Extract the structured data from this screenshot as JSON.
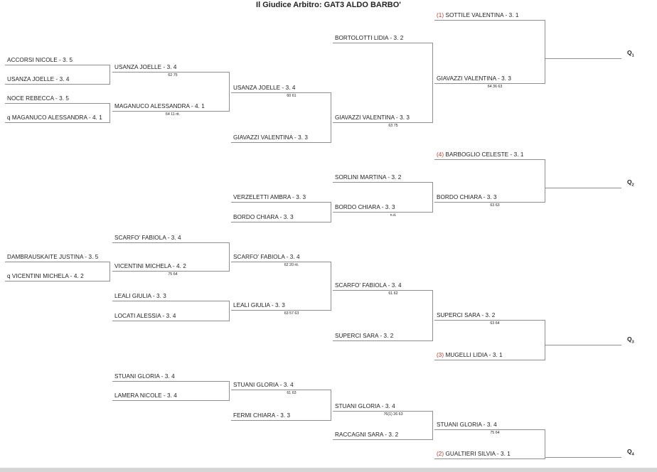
{
  "header": {
    "title": "Il Giudice Arbitro: GAT3 ALDO BARBO'"
  },
  "round1": [
    {
      "name": "ACCORSI NICOLE - 3. 5"
    },
    {
      "name": "USANZA JOELLE - 3. 4"
    },
    {
      "name": "NOCE REBECCA - 3. 5"
    },
    {
      "name": "q MAGANUCO ALESSANDRA - 4. 1"
    },
    {
      "name": "DAMBRAUSKAITE JUSTINA - 3. 5"
    },
    {
      "name": "q VICENTINI MICHELA - 4. 2"
    }
  ],
  "round2": [
    {
      "name": "USANZA JOELLE - 3. 4",
      "score": "62 75"
    },
    {
      "name": "MAGANUCO ALESSANDRA - 4. 1",
      "score": "64 11 rit."
    },
    {
      "name": "SCARFO' FABIOLA - 3. 4"
    },
    {
      "name": "VICENTINI MICHELA - 4. 2",
      "score": "75 64"
    },
    {
      "name": "LEALI GIULIA - 3. 3"
    },
    {
      "name": "LOCATI ALESSIA - 3. 4"
    },
    {
      "name": "STUANI GLORIA - 3. 4"
    },
    {
      "name": "LAMERA NICOLE - 3. 4"
    }
  ],
  "round3": [
    {
      "name": "USANZA JOELLE - 3. 4",
      "score": "60 61"
    },
    {
      "name": "GIAVAZZI VALENTINA - 3. 3"
    },
    {
      "name": "VERZELETTI AMBRA - 3. 3"
    },
    {
      "name": "BORDO CHIARA - 3. 3"
    },
    {
      "name": "SCARFO' FABIOLA - 3. 4",
      "score": "62 20 rit."
    },
    {
      "name": "LEALI GIULIA - 3. 3",
      "score": "63 57 63"
    },
    {
      "name": "STUANI GLORIA - 3. 4",
      "score": "61 63"
    },
    {
      "name": "FERMI CHIARA - 3. 3"
    }
  ],
  "round4": [
    {
      "name": "BORTOLOTTI LIDIA - 3. 2"
    },
    {
      "name": "GIAVAZZI VALENTINA - 3. 3",
      "score": "63 75"
    },
    {
      "name": "SORLINI MARTINA - 3. 2"
    },
    {
      "name": "BORDO CHIARA - 3. 3",
      "score": "n.d."
    },
    {
      "name": "SCARFO' FABIOLA - 3. 4",
      "score": "61 62"
    },
    {
      "name": "SUPERCI SARA - 3. 2"
    },
    {
      "name": "STUANI GLORIA - 3. 4",
      "score": "76(1) 26 63"
    },
    {
      "name": "RACCAGNI SARA - 3. 2"
    }
  ],
  "round5": [
    {
      "seed": "(1)",
      "name": "SOTTILE VALENTINA - 3. 1"
    },
    {
      "name": "GIAVAZZI VALENTINA - 3. 3",
      "score": "64 36 63"
    },
    {
      "seed": "(4)",
      "name": "BARBOGLIO CELESTE - 3. 1"
    },
    {
      "name": "BORDO CHIARA - 3. 3",
      "score": "63 63"
    },
    {
      "name": "SUPERCI SARA - 3. 2",
      "score": "63 64"
    },
    {
      "seed": "(3)",
      "name": "MUGELLI LIDIA - 3. 1"
    },
    {
      "name": "STUANI GLORIA - 3. 4",
      "score": "75 64"
    },
    {
      "seed": "(2)",
      "name": "GUALTIERI SILVIA - 3. 1"
    }
  ],
  "qualifiers": [
    {
      "label": "Q",
      "sub": "1"
    },
    {
      "label": "Q",
      "sub": "2"
    },
    {
      "label": "Q",
      "sub": "3"
    },
    {
      "label": "Q",
      "sub": "4"
    }
  ]
}
